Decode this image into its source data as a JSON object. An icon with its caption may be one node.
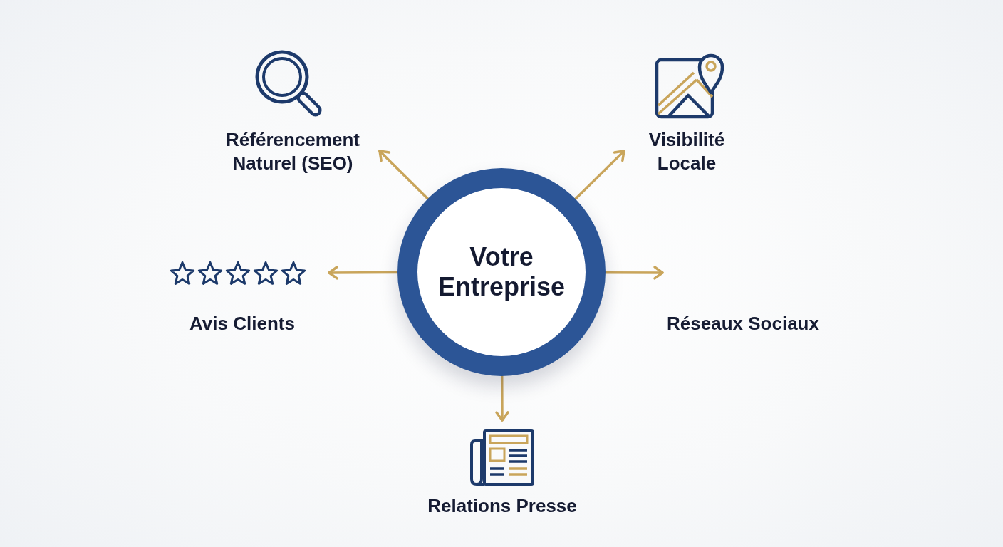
{
  "diagram": {
    "nodes": [
      {
        "text": [
          "Votre Entreprise"
        ]
      },
      {
        "text": [
          "Référencement Naturel (SEO)"
        ]
      },
      {
        "text": [
          "Visibilité Locale"
        ]
      },
      {
        "text": [
          "Avis Clients"
        ]
      },
      {
        "text": [
          "Réseaux Sociaux"
        ]
      },
      {
        "text": [
          "Relations Presse"
        ]
      }
    ],
    "edges": [
      {
        "from": 0,
        "to": 1,
        "arrow": "to"
      },
      {
        "from": 0,
        "to": 2,
        "arrow": "to"
      },
      {
        "from": 0,
        "to": 3,
        "arrow": "to"
      },
      {
        "from": 0,
        "to": 4,
        "arrow": "to"
      },
      {
        "from": 0,
        "to": 5,
        "arrow": "to"
      }
    ]
  }
}
